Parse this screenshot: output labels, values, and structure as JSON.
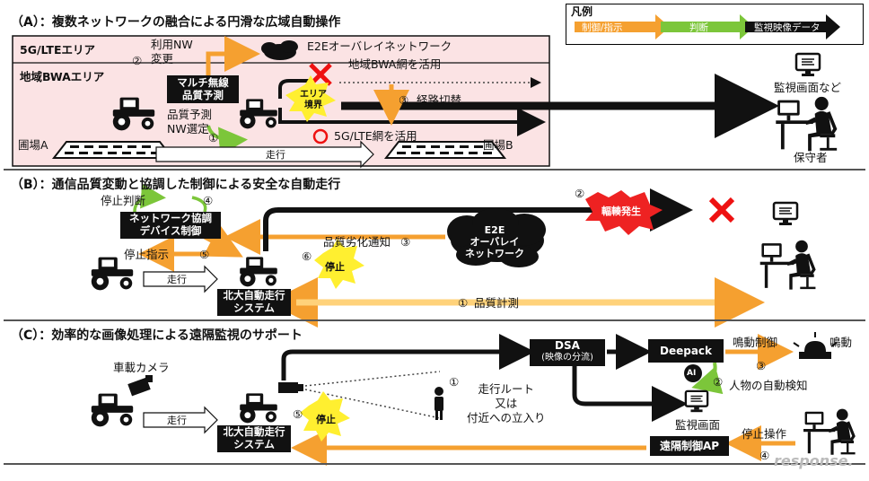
{
  "legend": {
    "title": "凡例",
    "items": [
      {
        "label": "制御/指示",
        "color": "#f5a030"
      },
      {
        "label": "判断",
        "color": "#7cc63a"
      },
      {
        "label": "監視映像データ",
        "color": "#111111"
      }
    ]
  },
  "sectionA": {
    "title": "（A）：複数ネットワークの融合による円滑な広域自動操作",
    "lte_area": "5G/LTEエリア",
    "bwa_area": "地域BWAエリア",
    "nw_change": "利用NW\n変更",
    "overlay": "E2Eオーバレイネットワーク",
    "bwa_use": "地域BWA網を活用",
    "multi_quality": "マルチ無線\n品質予測",
    "area_boundary": "エリア\n境界",
    "route_switch": "経路切替",
    "quality_predict": "品質予測\nNW選定",
    "lte_use": "5G/LTE網を活用",
    "field_a": "圃場A",
    "field_b": "圃場B",
    "drive": "走行",
    "monitor_screen": "監視画面など",
    "maintainer": "保守者",
    "num_nw": "②",
    "num_predict": "①",
    "num_switch": "③"
  },
  "sectionB": {
    "title": "（B）：通信品質変動と協調した制御による安全な自動走行",
    "stop_judge": "停止判断",
    "nw_device": "ネットワーク協調\nデバイス制御",
    "stop_order": "停止指示",
    "drive": "走行",
    "hokudai": "北大自動走行\nシステム",
    "quality_notice": "品質劣化通知",
    "e2e": "E2E\nオーバレイ\nネットワーク",
    "congestion": "輻輳発生",
    "stop": "停止",
    "quality_measure": "品質計測",
    "num_judge": "④",
    "num_order": "⑤",
    "num_notice": "③",
    "num_congestion": "②",
    "num_stop": "⑥",
    "num_measure": "①"
  },
  "sectionC": {
    "title": "（C）：効率的な画像処理による遠隔監視のサポート",
    "camera": "車載カメラ",
    "drive": "走行",
    "hokudai": "北大自動走行\nシステム",
    "stop": "停止",
    "dsa": "DSA",
    "dsa_sub": "(映像の分流)",
    "deepack": "Deepack",
    "ai": "AI",
    "alarm_control": "鳴動制御",
    "alarm": "鳴動",
    "person_detect": "人物の自動検知",
    "route_text": "走行ルート\n又は\n付近への立入り",
    "monitor": "監視画面",
    "remote_ap": "遠隔制御AP",
    "stop_op": "停止操作",
    "num_route": "①",
    "num_detect": "②",
    "num_alarm": "③",
    "num_op": "④",
    "num_stop": "⑤"
  },
  "watermark": "response."
}
